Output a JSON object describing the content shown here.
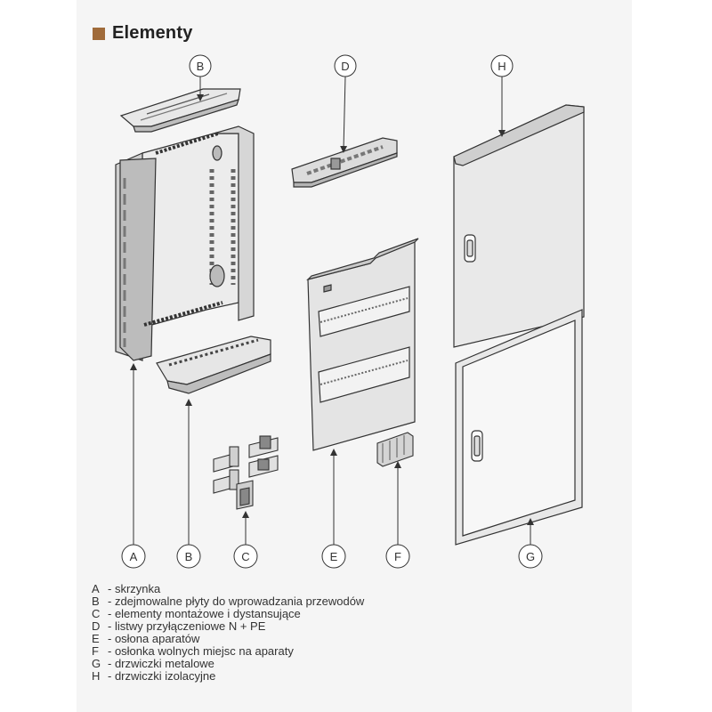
{
  "page": {
    "title": "Elementy",
    "accent_color": "#a06b3a"
  },
  "callouts": {
    "top": [
      {
        "letter": "B"
      },
      {
        "letter": "D"
      },
      {
        "letter": "H"
      }
    ],
    "bottom": [
      {
        "letter": "A"
      },
      {
        "letter": "B"
      },
      {
        "letter": "C"
      },
      {
        "letter": "E"
      },
      {
        "letter": "F"
      },
      {
        "letter": "G"
      }
    ]
  },
  "legend": [
    {
      "key": "A",
      "desc": "- skrzynka"
    },
    {
      "key": "B",
      "desc": "- zdejmowalne płyty do wprowadzania przewodów"
    },
    {
      "key": "C",
      "desc": "- elementy montażowe i dystansujące"
    },
    {
      "key": "D",
      "desc": "- listwy przyłączeniowe N + PE"
    },
    {
      "key": "E",
      "desc": "- osłona aparatów"
    },
    {
      "key": "F",
      "desc": "- osłonka wolnych miejsc na aparaty"
    },
    {
      "key": "G",
      "desc": "- drzwiczki metalowe"
    },
    {
      "key": "H",
      "desc": "- drzwiczki izolacyjne"
    }
  ]
}
